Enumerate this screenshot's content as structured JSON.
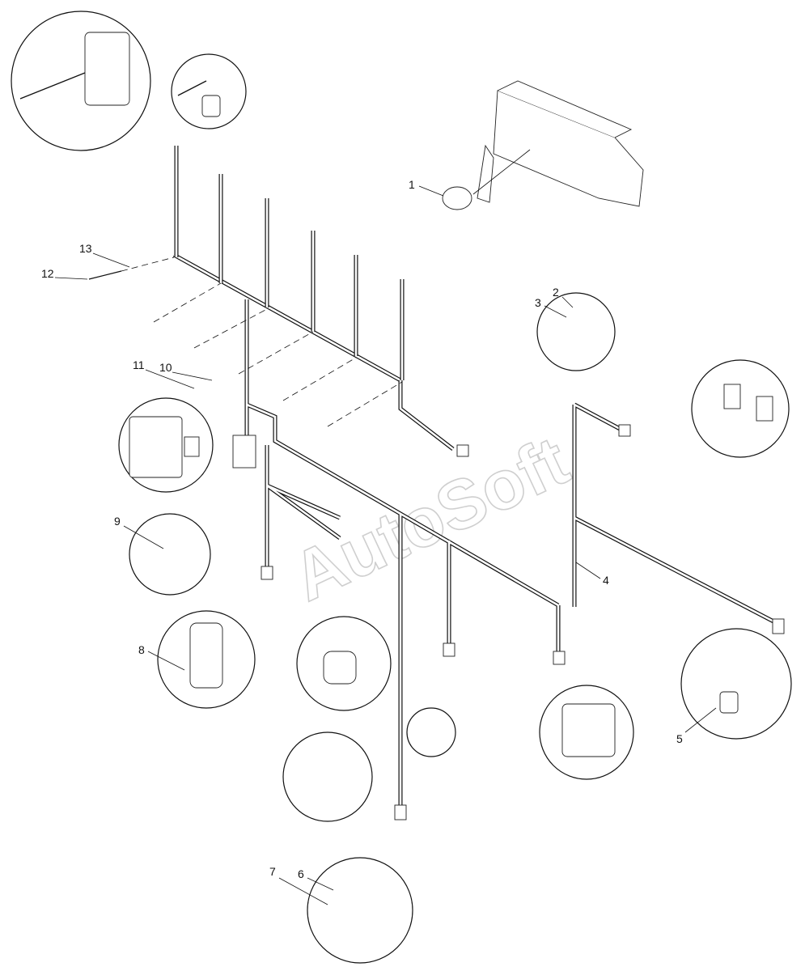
{
  "diagram": {
    "title": "Engine wiring harness exploded view",
    "watermark": "AutoSoft",
    "callouts": [
      "1",
      "2",
      "3",
      "4",
      "5",
      "6",
      "7",
      "8",
      "9",
      "10",
      "11",
      "12",
      "13"
    ]
  }
}
